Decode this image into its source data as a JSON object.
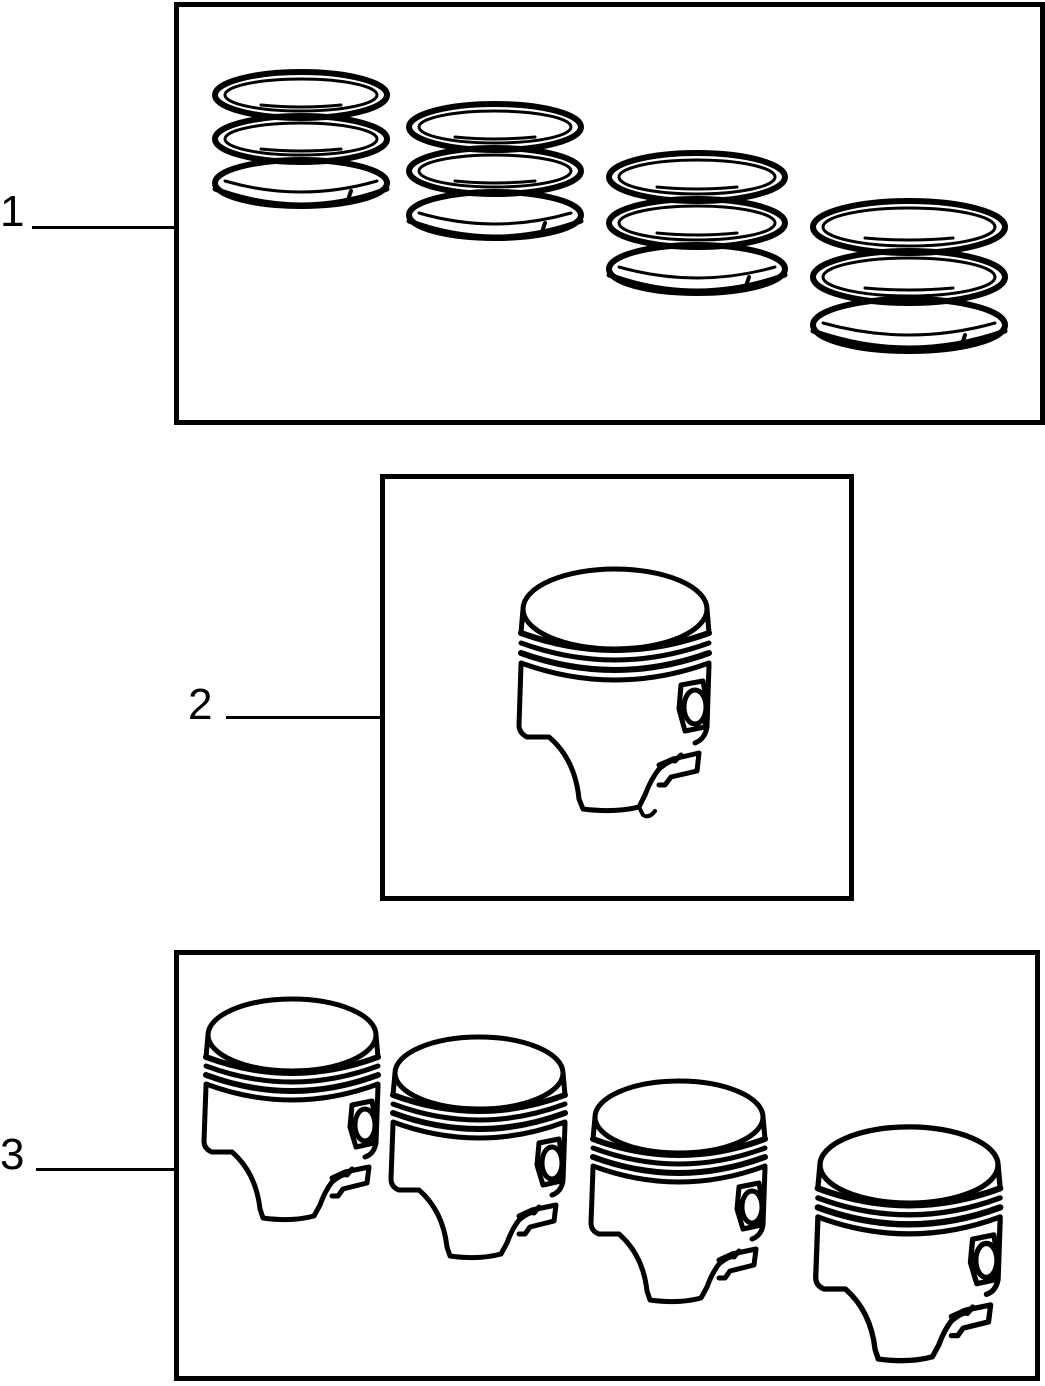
{
  "diagram": {
    "callouts": [
      {
        "id": "1",
        "label": "1",
        "item": "piston-ring-sets",
        "count": 4
      },
      {
        "id": "2",
        "label": "2",
        "item": "single-piston",
        "count": 1
      },
      {
        "id": "3",
        "label": "3",
        "item": "piston-set",
        "count": 4
      }
    ],
    "colors": {
      "line": "#000000",
      "background": "#ffffff"
    }
  }
}
